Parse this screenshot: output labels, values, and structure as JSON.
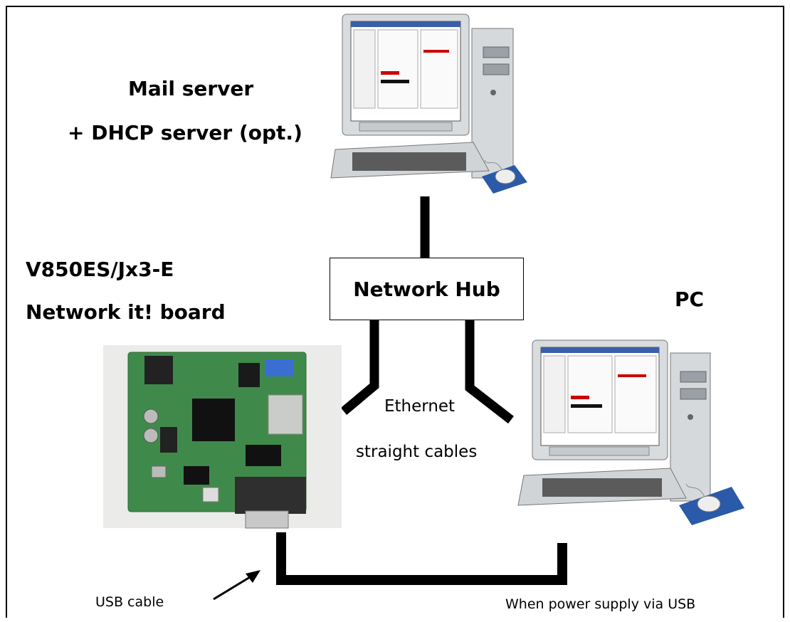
{
  "labels": {
    "mail_server": "Mail server",
    "dhcp_server": "+ DHCP server (opt.)",
    "board_line1": "V850ES/Jx3-E",
    "board_line2": "Network it! board",
    "hub": "Network Hub",
    "pc": "PC",
    "ethernet_line1": "Ethernet",
    "ethernet_line2": "straight cables",
    "usb_cable": "USB cable",
    "usb_power": "When power supply via USB"
  },
  "icons": {
    "server": "desktop-computer-icon",
    "pc": "desktop-computer-icon",
    "board": "circuit-board-photo"
  },
  "colors": {
    "line": "#000000",
    "board_green": "#3f8a4a",
    "pc_body": "#d9dcdf",
    "mousepad": "#2a5aa8"
  }
}
